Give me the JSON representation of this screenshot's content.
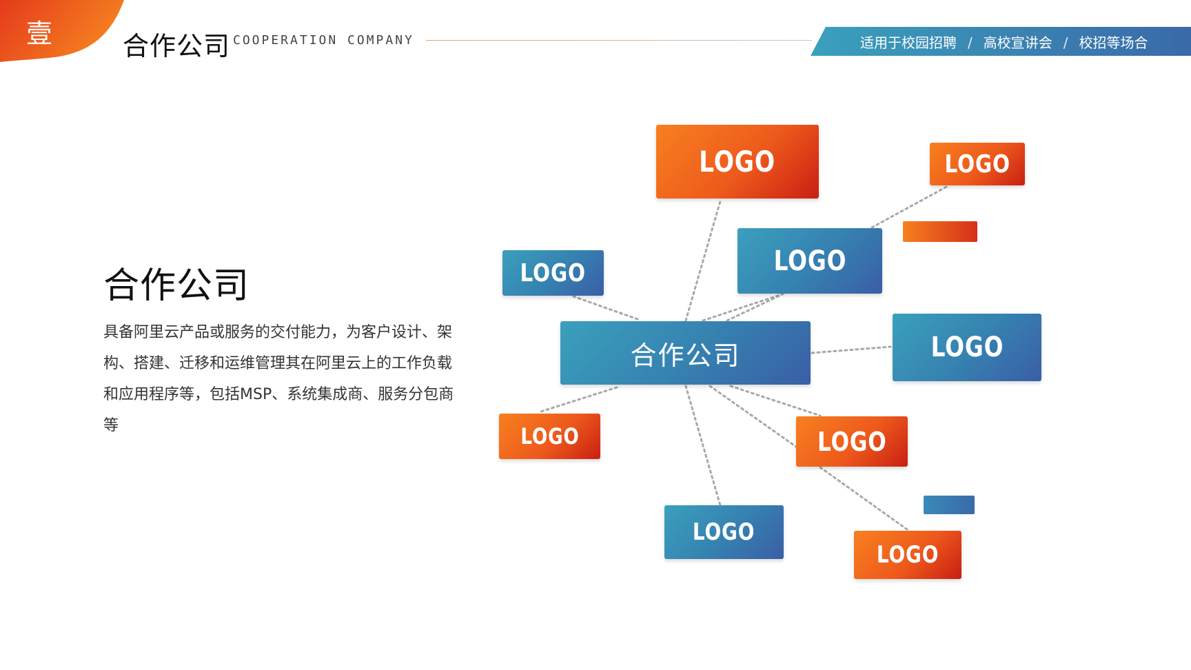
{
  "header": {
    "badge_number": "壹",
    "title_cn": "合作公司",
    "title_en": "COOPERATION COMPANY",
    "tags": [
      "适用于校园招聘",
      "高校宣讲会",
      "校招等场合"
    ],
    "tag_separator": "/"
  },
  "content": {
    "heading": "合作公司",
    "body": "具备阿里云产品或服务的交付能力，为客户设计、架构、搭建、迁移和运维管理其在阿里云上的工作负载和应用程序等，包括MSP、系统集成商、服务分包商等"
  },
  "diagram": {
    "center": {
      "label": "合作公司",
      "color": "blue"
    },
    "nodes": [
      {
        "label": "LOGO",
        "color": "orange"
      },
      {
        "label": "LOGO",
        "color": "orange"
      },
      {
        "label": "LOGO",
        "color": "blue"
      },
      {
        "label": "LOGO",
        "color": "blue"
      },
      {
        "label": "LOGO",
        "color": "blue"
      },
      {
        "label": "LOGO",
        "color": "orange"
      },
      {
        "label": "LOGO",
        "color": "orange"
      },
      {
        "label": "LOGO",
        "color": "blue"
      },
      {
        "label": "LOGO",
        "color": "orange"
      }
    ]
  },
  "colors": {
    "accent_orange": "#f26b1d",
    "accent_red": "#c91f12",
    "accent_blue": "#3a7fb2",
    "accent_teal": "#3aa0bd"
  }
}
